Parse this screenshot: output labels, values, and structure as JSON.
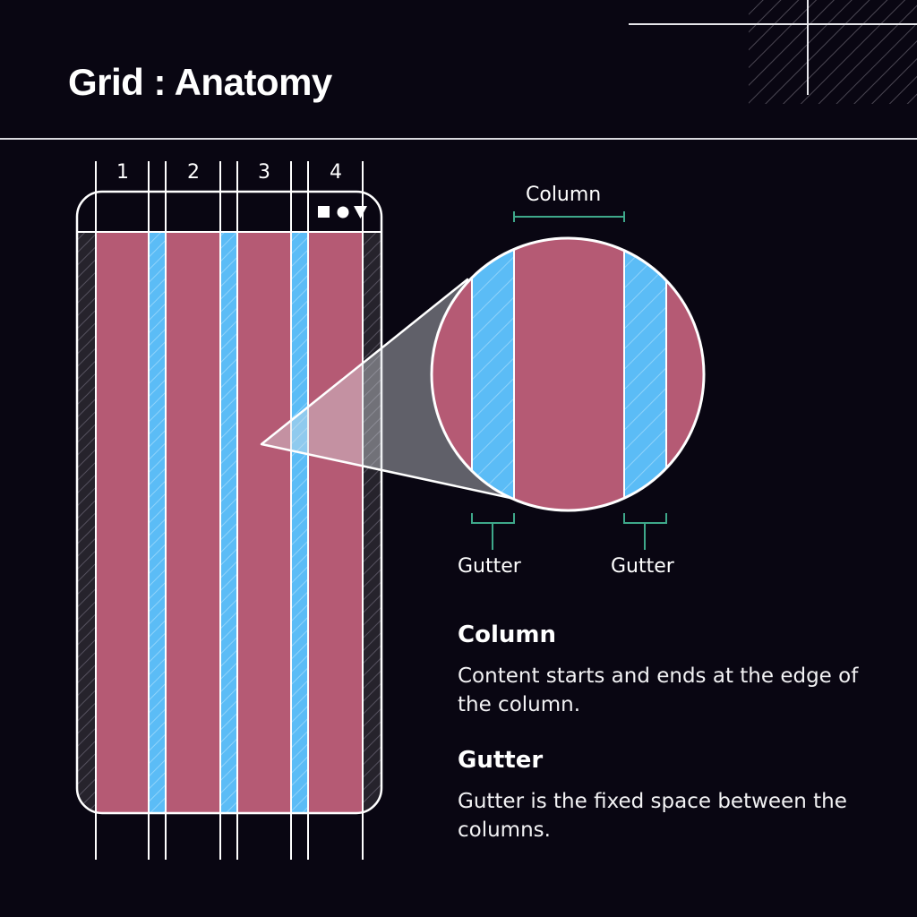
{
  "title": "Grid : Anatomy",
  "column_numbers": [
    "1",
    "2",
    "3",
    "4"
  ],
  "phone": {
    "status_icons": [
      "square-icon",
      "circle-icon",
      "triangle-down-icon"
    ]
  },
  "callout": {
    "column_label": "Column",
    "gutter_left_label": "Gutter",
    "gutter_right_label": "Gutter"
  },
  "definitions": {
    "column_title": "Column",
    "column_text": "Content starts and ends at the edge of the column.",
    "gutter_title": "Gutter",
    "gutter_text": "Gutter is the fixed space between the columns."
  },
  "colors": {
    "background": "#090612",
    "column": "#b55a74",
    "gutter": "#5bbcf6",
    "margin": "#3a3640",
    "bracket": "#3ea88a",
    "line": "#ffffff"
  }
}
